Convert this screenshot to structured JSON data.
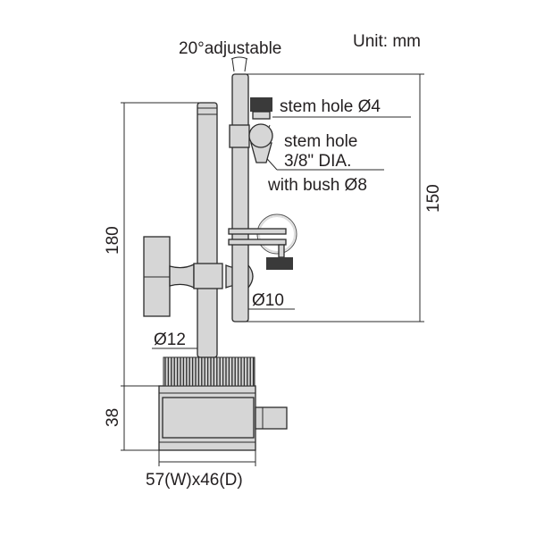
{
  "labels": {
    "unit": "Unit: mm",
    "angle": "20°adjustable",
    "stem_hole_4": "stem hole Ø4",
    "stem_hole_38_line1": "stem hole",
    "stem_hole_38_line2": "3/8\" DIA.",
    "stem_hole_38_line3": "with bush Ø8",
    "dia_10": "Ø10",
    "dia_12": "Ø12",
    "height_150": "150",
    "height_180": "180",
    "height_38": "38",
    "base_size": "57(W)x46(D)"
  }
}
